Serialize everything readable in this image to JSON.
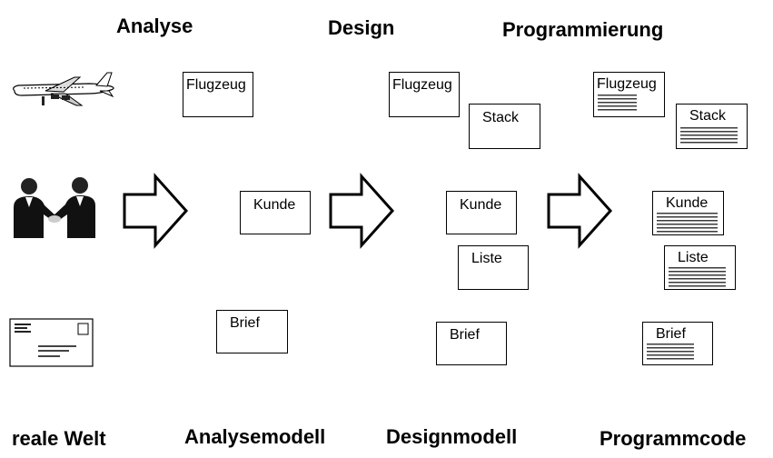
{
  "headings": {
    "analyse": "Analyse",
    "design": "Design",
    "programmierung": "Programmierung"
  },
  "footers": {
    "reale_welt": "reale Welt",
    "analysemodell": "Analysemodell",
    "designmodell": "Designmodell",
    "programmcode": "Programmcode"
  },
  "analysis_model": {
    "flugzeug": "Flugzeug",
    "kunde": "Kunde",
    "brief": "Brief"
  },
  "design_model": {
    "flugzeug": "Flugzeug",
    "stack": "Stack",
    "kunde": "Kunde",
    "liste": "Liste",
    "brief": "Brief"
  },
  "program_code": {
    "flugzeug": "Flugzeug",
    "stack": "Stack",
    "kunde": "Kunde",
    "liste": "Liste",
    "brief": "Brief"
  },
  "real_world": {
    "airplane_icon": "airplane-icon",
    "handshake_icon": "handshake-icon",
    "letter_icon": "letter-icon"
  },
  "colors": {
    "stroke": "#000000",
    "background": "#ffffff",
    "code_lines": "#3a3a3a"
  }
}
